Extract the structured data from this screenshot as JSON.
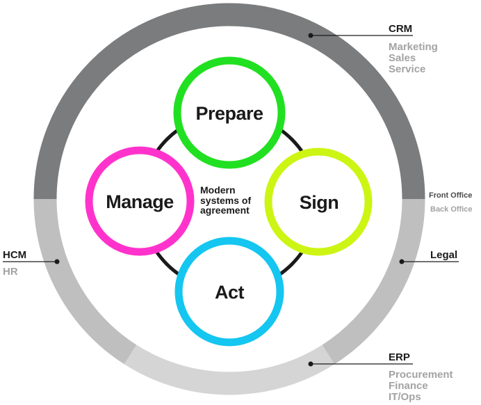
{
  "colors": {
    "front_office_ring": "#7b7c7e",
    "back_office_ring": "#bfbfbf",
    "erp_ring": "#d5d5d5",
    "connector": "#1a1a1a",
    "prepare": "#21e021",
    "sign": "#ccf514",
    "act": "#14c6f0",
    "manage": "#ff33cc"
  },
  "center": {
    "lines": [
      "Modern",
      "systems of",
      "agreement"
    ]
  },
  "stages": {
    "prepare": {
      "label": "Prepare",
      "icon": "green-ring"
    },
    "sign": {
      "label": "Sign",
      "icon": "lime-ring"
    },
    "act": {
      "label": "Act",
      "icon": "cyan-ring"
    },
    "manage": {
      "label": "Manage",
      "icon": "magenta-ring"
    }
  },
  "divider": {
    "front_office": "Front Office",
    "back_office": "Back Office"
  },
  "callouts": {
    "crm": {
      "title": "CRM",
      "items": [
        "Marketing",
        "Sales",
        "Service"
      ]
    },
    "hcm": {
      "title": "HCM",
      "items": [
        "HR"
      ]
    },
    "legal": {
      "title": "Legal",
      "items": []
    },
    "erp": {
      "title": "ERP",
      "items": [
        "Procurement",
        "Finance",
        "IT/Ops"
      ]
    }
  }
}
